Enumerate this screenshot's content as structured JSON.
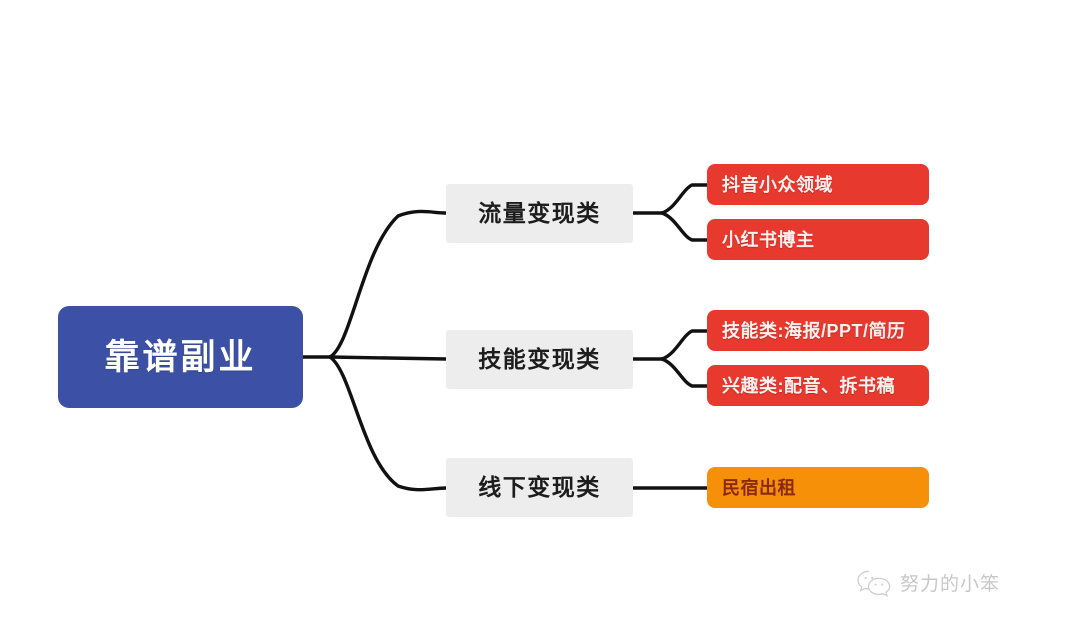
{
  "diagram": {
    "type": "mind-map",
    "title": "靠谱副业",
    "background_color": "#ffffff",
    "connector_color": "#111111",
    "root": {
      "label": "靠谱副业",
      "fill": "#3c51a6",
      "text_color": "#ffffff"
    },
    "branches": [
      {
        "label": "流量变现类",
        "fill": "#ededed",
        "text_color": "#1d1d1d",
        "leaves": [
          {
            "label": "抖音小众领域",
            "fill": "#e8392f",
            "text_color": "#fdf1ef"
          },
          {
            "label": "小红书博主",
            "fill": "#e8392f",
            "text_color": "#fdf1ef"
          }
        ]
      },
      {
        "label": "技能变现类",
        "fill": "#ededed",
        "text_color": "#1d1d1d",
        "leaves": [
          {
            "label": "技能类:海报/PPT/简历",
            "fill": "#e8392f",
            "text_color": "#fdf1ef"
          },
          {
            "label": "兴趣类:配音、拆书稿",
            "fill": "#e8392f",
            "text_color": "#fdf1ef"
          }
        ]
      },
      {
        "label": "线下变现类",
        "fill": "#ededed",
        "text_color": "#1d1d1d",
        "leaves": [
          {
            "label": "民宿出租",
            "fill": "#f79009",
            "text_color": "#8a2b10"
          }
        ]
      }
    ]
  },
  "watermark": {
    "icon": "wechat-icon",
    "text": "努力的小笨",
    "color": "#9a9a9a"
  }
}
